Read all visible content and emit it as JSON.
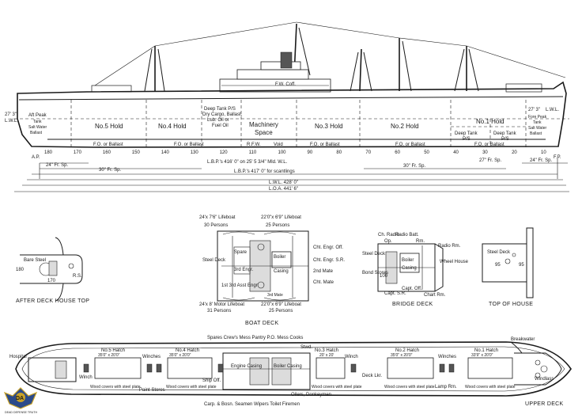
{
  "profile": {
    "masts_label": "F.W. Coff.",
    "holds": [
      "Aft Peak Tank Salt Water Ballast",
      "No.5 Hold",
      "No.4 Hold",
      "Deep Tank P/S Dry Cargo, Ballast, Lub. Oil or Fuel Oil",
      "Machinery Space",
      "No.3 Hold",
      "No.2 Hold",
      "No.1 Hold",
      "Deep Tank P/S",
      "Deep Tank P/S",
      "Fore Peak Tank Salt Water Ballast"
    ],
    "hold_short": {
      "aft_peak": "Aft Peak",
      "aft_peak_2": "Tank",
      "aft_peak_3": "Salt Water",
      "aft_peak_4": "Ballast",
      "no5": "No.5 Hold",
      "no4": "No.4 Hold",
      "deep1": "Deep Tank P/S",
      "deep2": "Dry Cargo, Ballast,",
      "deep3": "Lub. Oil or",
      "deep4": "Fuel Oil",
      "mach1": "Machinery",
      "mach2": "Space",
      "no3": "No.3 Hold",
      "no2": "No.2 Hold",
      "no1": "No.1 Hold",
      "fdeep1a": "Deep Tank",
      "fdeep1b": "P/S",
      "fdeep2a": "Deep Tank",
      "fdeep2b": "P/S",
      "fore1": "Fore Peak",
      "fore2": "Tank",
      "fore3": "Salt Water",
      "fore4": "Ballast"
    },
    "double_bottom": {
      "fo1": "F.O. or Ballast",
      "fo2": "F.O. or Ballast",
      "rfw": "R.F.W.",
      "void": "Void",
      "fo3": "F.O. or Ballast",
      "fo4": "F.O. or Ballast",
      "fo5": "F.O. or Ballast"
    },
    "draft_left": "27' 3\"",
    "lwl_left": "L.W.L.",
    "draft_right": "27' 3\"",
    "lwl_right": "L.W.L.",
    "frames": [
      "180",
      "170",
      "160",
      "150",
      "140",
      "130",
      "120",
      "110",
      "100",
      "90",
      "80",
      "70",
      "60",
      "50",
      "40",
      "30",
      "20",
      "10"
    ],
    "ap": "A.P.",
    "fp": "F.P.",
    "dims": {
      "fr_aft": "24\" Fr. Sp.",
      "fr_aft2": "30\" Fr. Sp.",
      "fr_mid": "30\" Fr. Sp.",
      "fr_fwd": "27\" Fr. Sp.",
      "fr_fwd2": "24\" Fr. Sp.",
      "lbp_mld": "L.B.P.'s 416' 0\" on 25' 5 3/4\" Mld. W.L.",
      "lbp_scant": "L.B.P.'s 417' 0\" for scantlings",
      "lwl": "L.W.L. 428' 0\"",
      "loa": "L.O.A. 441' 6\""
    }
  },
  "after_house_top": {
    "caption": "AFTER DECK HOUSE TOP",
    "bare_steel": "Bare Steel",
    "n180": "180",
    "n170": "170",
    "rs": "R.S."
  },
  "boat_deck": {
    "caption": "BOAT DECK",
    "lifeboat_top_left": "24'x 7'6\" Lifeboat",
    "persons_top_left": "30 Persons",
    "lifeboat_top_right": "22'0\"x 6'9\" Lifeboat",
    "persons_top_right": "25 Persons",
    "lifeboat_bot_left": "24'x 8' Motor Lifeboat",
    "persons_bot_left": "31 Persons",
    "lifeboat_bot_right": "22'0\"x 6'9\" Lifeboat",
    "persons_bot_right": "25 Persons",
    "steel_deck": "Steel Deck",
    "spare": "Spare",
    "boiler": "Boiler",
    "casing": "Casing",
    "third_engr": "3rd Engr.",
    "third_asst": "1st 3rd Asst Engr",
    "cht_engr_off": "Cht. Engr. Off.",
    "cht_engr_sr": "Cht. Engr. S.R.",
    "second_mate": "2nd Mate",
    "cht_mate": "Cht. Mate",
    "third_mate": "3rd Mate"
  },
  "bridge_deck": {
    "caption": "BRIDGE DECK",
    "ch_radio": "Ch. Radio",
    "op": "Op.",
    "radio_batt": "Radio Batt.",
    "rm": "Rm.",
    "radio_rm": "Radio Rm.",
    "steel_deck": "Steel Deck",
    "boiler": "Boiler",
    "casing": "Casing",
    "wheel_house": "Wheel House",
    "bond_stores": "Bond Stores",
    "capt_sr": "Capt. S.R.",
    "capt_off": "Capt. Off.",
    "chart_rm": "Chart Rm.",
    "n100": "100"
  },
  "top_of_house": {
    "caption": "TOP OF HOUSE",
    "steel_deck": "Steel Deck",
    "n95": "95",
    "n95b": "95"
  },
  "upper_deck": {
    "caption": "UPPER DECK",
    "top_row": "Spares  Crew's Mess  Pantry  P.O. Mess  Cooks",
    "hospital": "Hospital",
    "no5_hatch": "No.5 Hatch",
    "no5_dim": "35'0\" x 20'0\"",
    "winch": "Winch",
    "winches": "Winches",
    "no4_hatch": "No.4 Hatch",
    "no4_dim": "35'0\" x 20'0\"",
    "engine_casing": "Engine Casing",
    "boiler_casing": "Boiler Casing",
    "no3_hatch": "No.3 Hatch",
    "no3_dim": "20' x 20'",
    "stwd": "Stwd.",
    "winch2": "Winch",
    "deck_lkr": "Deck Lkr.",
    "no2_hatch": "No.2 Hatch",
    "no2_dim": "35'0\" x 20'0\"",
    "winches2": "Winches",
    "no1_hatch": "No.1 Hatch",
    "no1_dim": "33'9\" x 20'0\"",
    "breakwater": "Breakwater",
    "windlass": "Windlass",
    "covers1": "Wood covers with steel plate",
    "paint_stores": "Paint Stores",
    "covers2": "Wood covers with steel plate",
    "ship_off": "Ship Off.",
    "covers3": "Wood covers with steel plate",
    "oilers": "Oilers, Donkeymen",
    "covers4": "Wood covers with steel plate",
    "lamp_rm": "Lamp Rm.",
    "covers5": "Wood covers with steel plate",
    "bottom_row": "Carp. & Bosn.   Seamen   Wipers Toilet Firemen"
  },
  "watermark": {
    "line1": "DA",
    "line2": "DEAD DEFENSE TRUTH"
  }
}
